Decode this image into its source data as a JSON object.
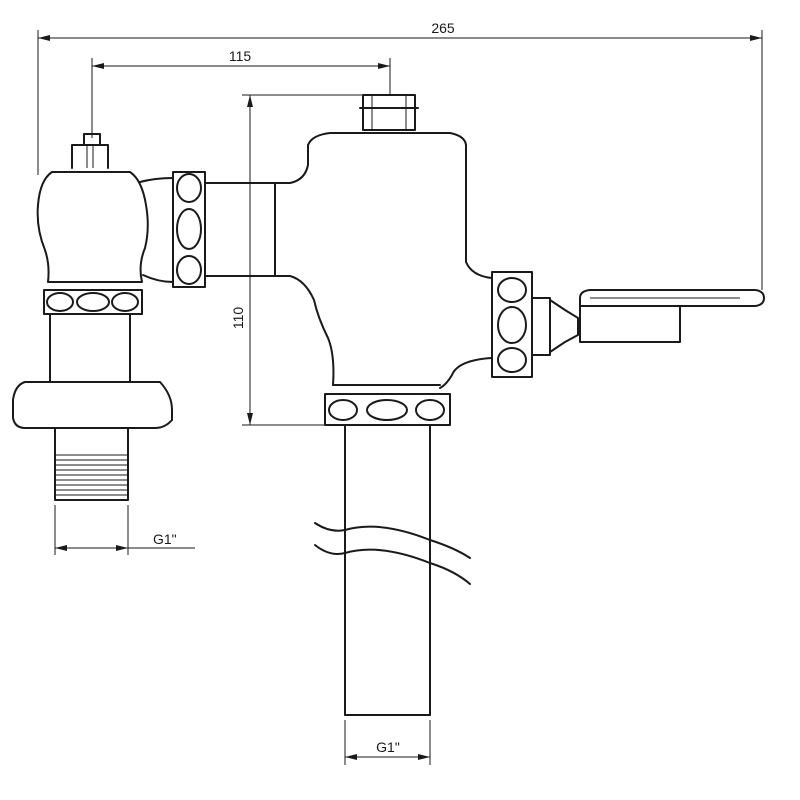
{
  "dimensions": {
    "overall_width": "265",
    "inlet_offset": "115",
    "height": "110",
    "inlet_thread": "G1\"",
    "outlet_thread": "G1\""
  }
}
